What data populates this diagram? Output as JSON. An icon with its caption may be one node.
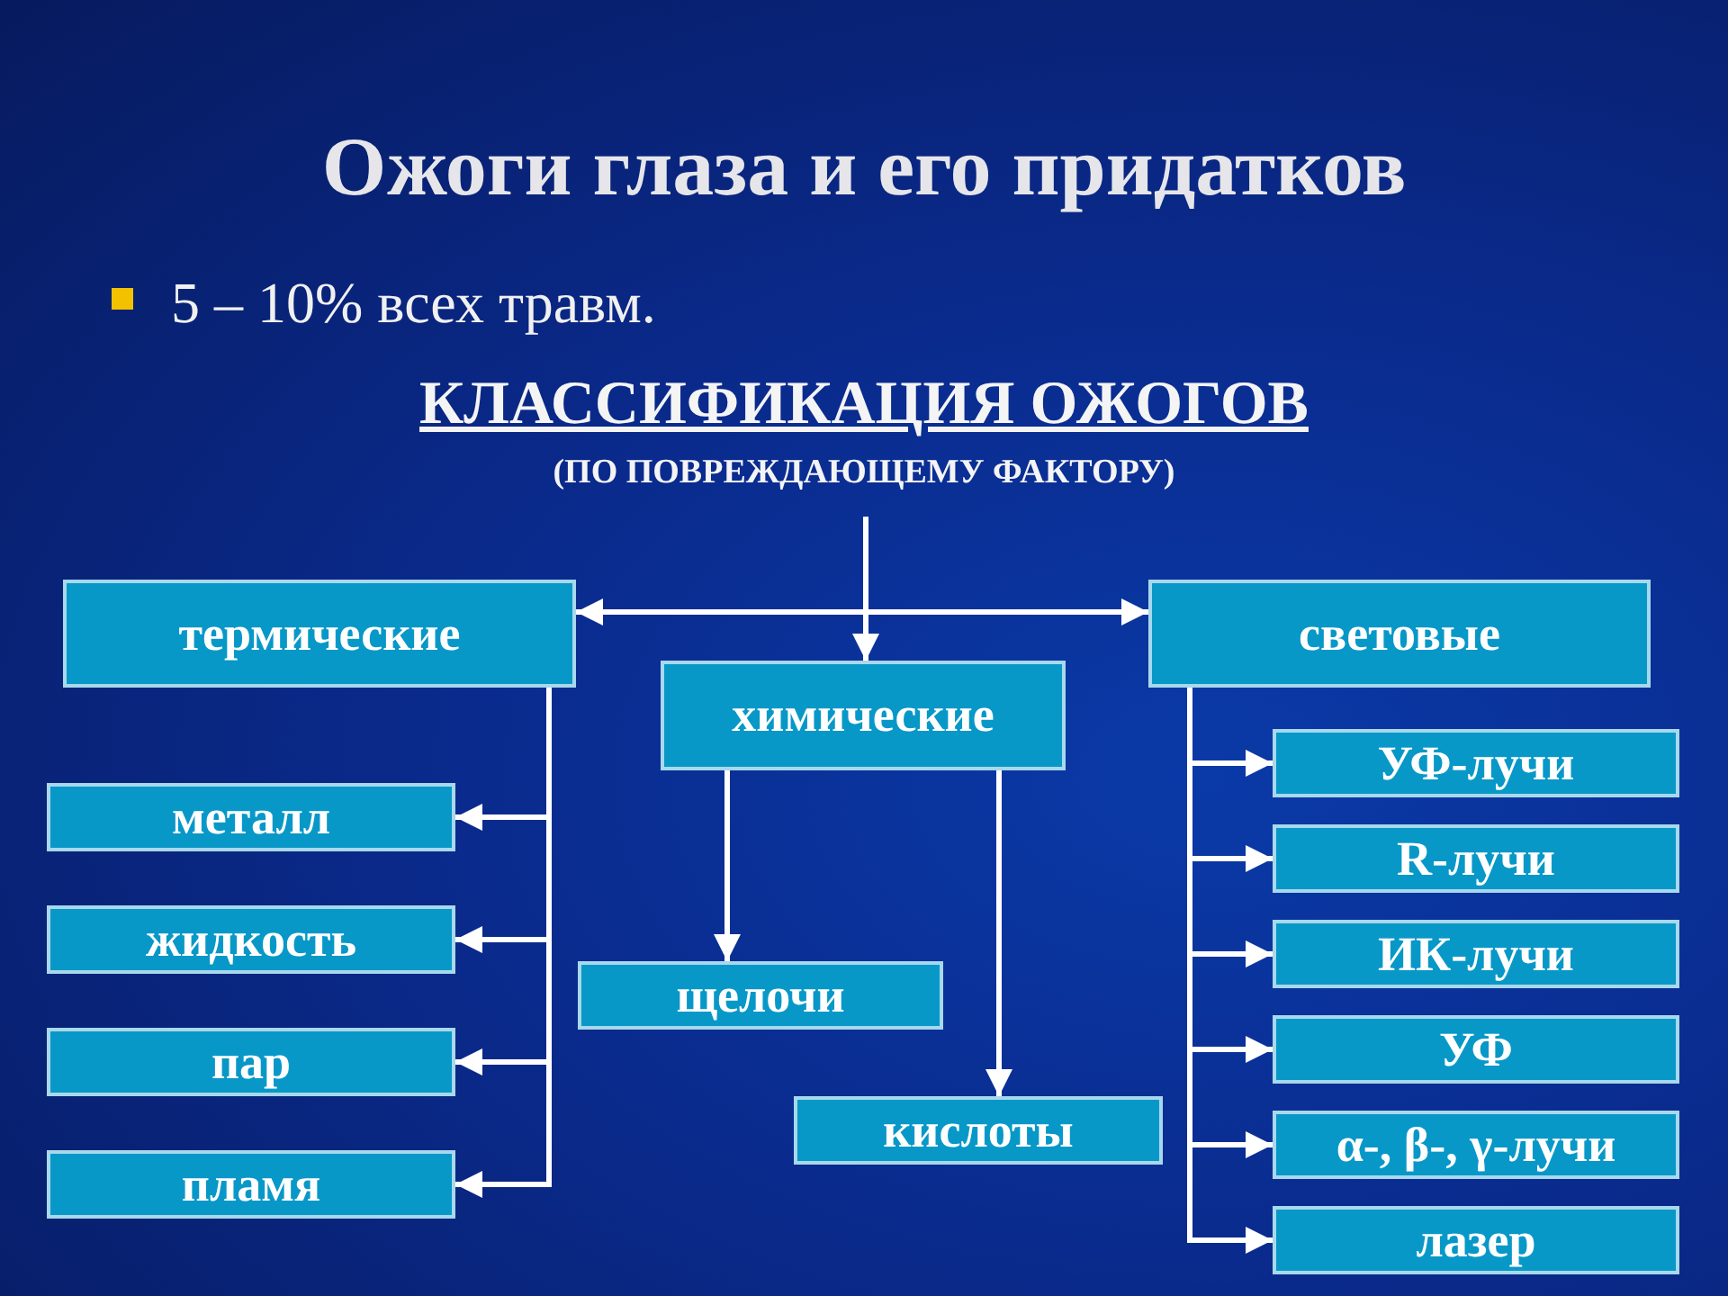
{
  "diagram": {
    "title": "Ожоги глаза и его придатков",
    "nodes": [
      {
        "text": [
          "КЛАССИФИКАЦИЯ ОЖОГОВ",
          "(ПО ПОВРЕЖДАЮЩЕМУ ФАКТОРУ)"
        ]
      },
      {
        "text": [
          "термические"
        ]
      },
      {
        "text": [
          "химические"
        ]
      },
      {
        "text": [
          "световые"
        ]
      },
      {
        "text": [
          "металл"
        ]
      },
      {
        "text": [
          "жидкость"
        ]
      },
      {
        "text": [
          "пар"
        ]
      },
      {
        "text": [
          "пламя"
        ]
      },
      {
        "text": [
          "щелочи"
        ]
      },
      {
        "text": [
          "кислоты"
        ]
      },
      {
        "text": [
          "УФ-лучи"
        ]
      },
      {
        "text": [
          "R-лучи"
        ]
      },
      {
        "text": [
          "ИК-лучи"
        ]
      },
      {
        "text": [
          "УФ"
        ]
      },
      {
        "text": [
          "α-, β-, γ-лучи"
        ]
      },
      {
        "text": [
          "лазер"
        ]
      }
    ],
    "edges": [
      {
        "from": 0,
        "to": 1,
        "arrow": "to"
      },
      {
        "from": 0,
        "to": 2,
        "arrow": "to"
      },
      {
        "from": 0,
        "to": 3,
        "arrow": "to"
      },
      {
        "from": 1,
        "to": 4,
        "arrow": "to"
      },
      {
        "from": 1,
        "to": 5,
        "arrow": "to"
      },
      {
        "from": 1,
        "to": 6,
        "arrow": "to"
      },
      {
        "from": 1,
        "to": 7,
        "arrow": "to"
      },
      {
        "from": 2,
        "to": 8,
        "arrow": "to"
      },
      {
        "from": 2,
        "to": 9,
        "arrow": "to"
      },
      {
        "from": 3,
        "to": 10,
        "arrow": "to"
      },
      {
        "from": 3,
        "to": 11,
        "arrow": "to"
      },
      {
        "from": 3,
        "to": 12,
        "arrow": "to"
      },
      {
        "from": 3,
        "to": 13,
        "arrow": "to"
      },
      {
        "from": 3,
        "to": 14,
        "arrow": "to"
      },
      {
        "from": 3,
        "to": 15,
        "arrow": "to"
      }
    ],
    "labels": [
      "5 – 10% всех травм."
    ]
  }
}
